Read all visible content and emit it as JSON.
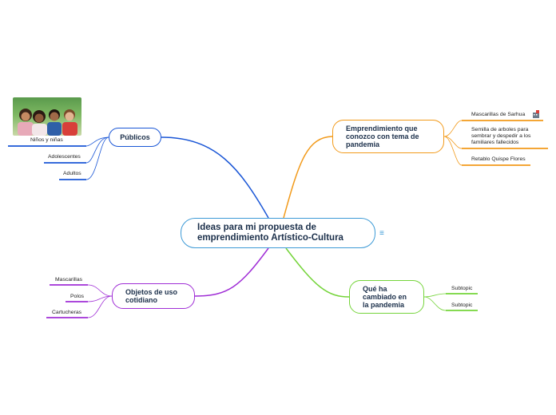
{
  "central": {
    "line1": "Ideas para mi propuesta de",
    "line2": "emprendimiento Artístico-Cultura"
  },
  "branches": {
    "publicos": {
      "label": "Públicos",
      "color": "#1a56d6",
      "children": [
        "Niños y niñas",
        "Adolescentes",
        "Adultos"
      ]
    },
    "emprendimiento": {
      "line1": "Emprendimiento que",
      "line2": "conozco con tema de",
      "line3": "pandemia",
      "color": "#f29a1a",
      "children": {
        "mascarillas": "Mascarillas de Sarhua",
        "semilla1": "Semilla de arboles para",
        "semilla2": "sembrar y despedir a los",
        "semilla3": "familiares fallecidos",
        "retablo": "Retablo Quispe Flores"
      }
    },
    "objetos": {
      "line1": "Objetos de uso",
      "line2": "cotidiano",
      "color": "#a02ed6",
      "children": [
        "Mascarillas",
        "Polos",
        "Cartucheras"
      ]
    },
    "que_ha": {
      "line1": "Qué ha",
      "line2": "cambiado en",
      "line3": "la pandemia",
      "color": "#75d43a",
      "children": [
        "Subtopic",
        "Subtopic"
      ]
    }
  },
  "icons": {
    "notes": "menu-lines-icon",
    "photo": "children-photo",
    "attachment": "building-pin-icon"
  },
  "menu_glyph": "≡"
}
